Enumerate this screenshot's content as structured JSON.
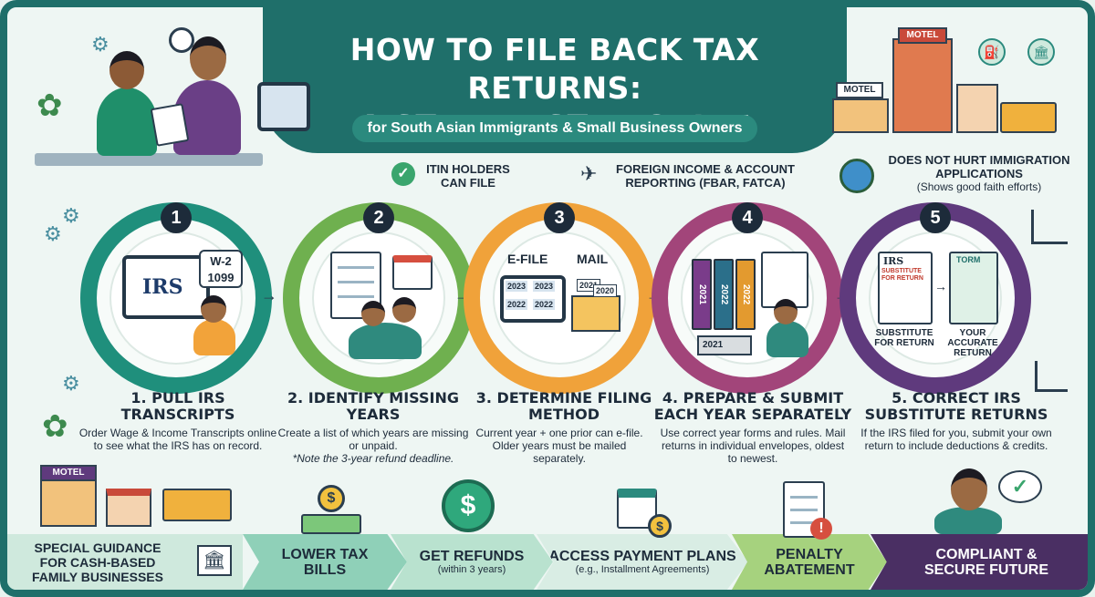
{
  "header": {
    "title_line1": "HOW TO FILE BACK TAX RETURNS:",
    "title_line2": "A STEP-BY-STEP GUIDE",
    "subtitle": "for South Asian Immigrants & Small Business Owners"
  },
  "callouts": {
    "itin": "ITIN HOLDERS CAN FILE",
    "foreign": "FOREIGN INCOME & ACCOUNT REPORTING (FBAR, FATCA)",
    "immigration": "DOES NOT HURT IMMIGRATION APPLICATIONS",
    "immigration_note": "(Shows good faith efforts)"
  },
  "illustration_text": {
    "motel_sign_top": "MOTEL",
    "motel_sign_left": "MOTEL",
    "motel_sign_bottom": "MOTEL",
    "irs_logo": "IRS",
    "forms_bubble": "W-2 1099",
    "efile": "E-FILE",
    "mail": "MAIL",
    "year_tiles": [
      "2023",
      "2023",
      "2022",
      "2022"
    ],
    "envelope_years": [
      "2021",
      "2020"
    ],
    "binder_years": [
      "2021",
      "2022",
      "2022"
    ],
    "box_year": "2021",
    "irs_form_label": "IRS",
    "substitute_form_title": "SUBSTITUTE FOR RETURN",
    "form_label": "TORM",
    "substitute_label": "SUBSTITUTE FOR RETURN",
    "accurate_label": "YOUR ACCURATE RETURN",
    "dollar": "$"
  },
  "steps": [
    {
      "number": "1",
      "title": "1. PULL IRS TRANSCRIPTS",
      "desc": "Order Wage & Income Transcripts online to see what the IRS has on record.",
      "note": "",
      "color": "#1f8f7c"
    },
    {
      "number": "2",
      "title": "2. IDENTIFY MISSING YEARS",
      "desc": "Create a list of which years are missing or unpaid.",
      "note": "*Note the 3-year refund deadline.",
      "color": "#6fb04f"
    },
    {
      "number": "3",
      "title": "3. DETERMINE FILING METHOD",
      "desc": "Current year + one prior can e-file. Older years must be mailed separately.",
      "note": "",
      "color": "#f0a23a"
    },
    {
      "number": "4",
      "title": "4. PREPARE & SUBMIT EACH YEAR SEPARATELY",
      "desc": "Use correct year forms and rules. Mail returns in individual envelopes, oldest to newest.",
      "note": "",
      "color": "#a2457a"
    },
    {
      "number": "5",
      "title": "5. CORRECT IRS SUBSTITUTE RETURNS",
      "desc": "If the IRS filed for you, submit your own return to include deductions & credits.",
      "note": "",
      "color": "#5f3a7d"
    }
  ],
  "benefits": [
    {
      "label": "SPECIAL GUIDANCE FOR CASH-BASED FAMILY BUSINESSES",
      "note": "",
      "color": "#cfe9dd"
    },
    {
      "label": "LOWER TAX BILLS",
      "note": "",
      "color": "#8fd0b8"
    },
    {
      "label": "GET REFUNDS",
      "note": "(within 3 years)",
      "color": "#b9e2cf"
    },
    {
      "label": "ACCESS PAYMENT PLANS",
      "note": "(e.g., Installment Agreements)",
      "color": "#d9ede4"
    },
    {
      "label": "PENALTY ABATEMENT",
      "note": "",
      "color": "#a6d27e"
    },
    {
      "label": "COMPLIANT & SECURE FUTURE",
      "note": "",
      "color": "#4a2f63"
    }
  ]
}
